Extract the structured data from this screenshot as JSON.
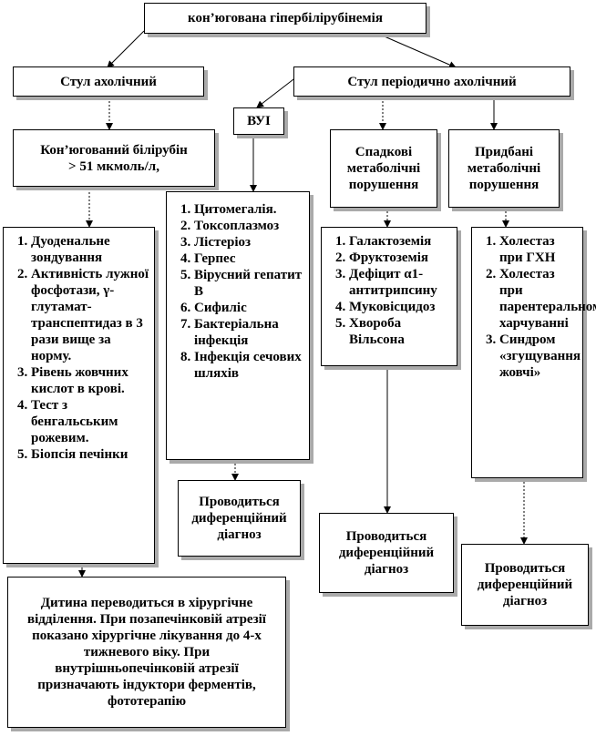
{
  "title": "кон’югована гіпербілірубінемія",
  "stool_acholic": "Стул ахолічний",
  "stool_periodic": "Стул періодично ахолічний",
  "conj_bilirubin": [
    "Кон’югований білірубін",
    ">  51 мкмоль/л,"
  ],
  "vui": "ВУІ",
  "hereditary": [
    "Спадкові",
    "метаболічні",
    "порушення"
  ],
  "acquired": [
    "Придбані",
    "метаболічні",
    "порушення"
  ],
  "tests": [
    "Дуоденальне зондування",
    "Активність лужної фосфотази, γ-глутамат-транспептидаз в 3 рази вище за норму.",
    "Рівень жовчних кислот в крові.",
    "Тест з бенгальським рожевим.",
    "Біопсія печінки"
  ],
  "infections": [
    "Цитомегалія.",
    "Токсоплазмоз",
    "Лістеріоз",
    "Герпес",
    "Вірусний гепатит В",
    "Сифиліс",
    "Бактеріальна інфекція",
    "Інфекція сечових шляхів"
  ],
  "hereditary_list": [
    "Галактоземія",
    "Фруктоземія",
    "Дефіцит α1-антитрипсину",
    "Муковісцидоз",
    "Хвороба Вільсона"
  ],
  "acquired_list": [
    "Холестаз при ГХН",
    "Холестаз при парентеральному харчуванні",
    "Синдром «згущування жовчі»"
  ],
  "differential": "Проводиться диференційний діагноз",
  "surgery": "Дитина переводиться в хірургічне відділення. При позапечінковій атрезії показано хірургічне лікування до 4-х тижневого віку. При внутрішньопечінковій атрезії призначають індуктори ферментів, фототерапію"
}
